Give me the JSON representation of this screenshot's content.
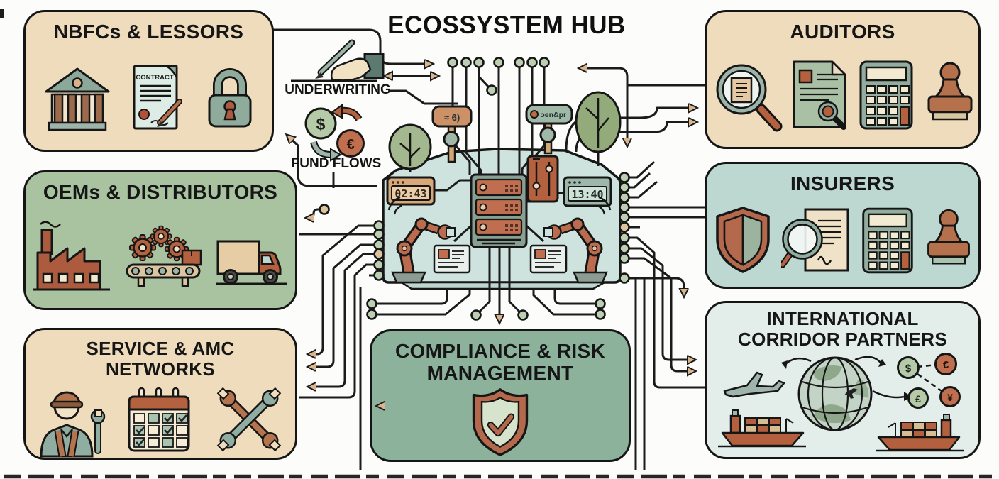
{
  "title": "ECOSSYSTEM HUB",
  "boxes": {
    "nbfc": {
      "title": "NBFCs & LESSORS",
      "contract_label": "CONTRACT",
      "icons": [
        "bank-icon",
        "contract-icon",
        "padlock-icon"
      ]
    },
    "oem": {
      "title": "OEMs & DISTRIBUTORS",
      "icons": [
        "factory-icon",
        "gears-conveyor-icon",
        "truck-icon"
      ]
    },
    "service": {
      "title": "SERVICE & AMC NETWORKS",
      "icons": [
        "technician-icon",
        "maintenance-calendar-icon",
        "crossed-wrenches-icon"
      ]
    },
    "auditors": {
      "title": "AUDITORS",
      "icons": [
        "magnifier-document-icon",
        "audit-report-icon",
        "calculator-icon",
        "stamp-icon"
      ]
    },
    "insurers": {
      "title": "INSURERS",
      "icons": [
        "shield-icon",
        "policy-magnifier-icon",
        "calculator-icon",
        "stamp-icon"
      ]
    },
    "corridor": {
      "title_line1": "INTERNATIONAL",
      "title_line2": "CORRIDOR PARTNERS",
      "icons": [
        "airplane-icon",
        "globe-icon",
        "cargo-ship-icon",
        "currency-exchange-icon"
      ],
      "currencies": {
        "dollar": "$",
        "euro": "€",
        "pound": "£",
        "yen": "¥"
      }
    },
    "compliance": {
      "title_line1": "COMPLIANCE & RISK",
      "title_line2": "MANAGEMENT",
      "icons": [
        "shield-check-icon"
      ]
    }
  },
  "hub": {
    "clock_left": "02:43",
    "clock_right": "13:40",
    "sign_left": "≈ 6)",
    "sign_right": "ɔen&pr"
  },
  "labels": {
    "underwriting": "UNDERWRITING",
    "fund_flows": "FUND FLOWS",
    "fund_flow_currencies": {
      "dollar": "$",
      "euro": "€"
    }
  },
  "colors": {
    "background": "#fcfcfa",
    "outline": "#1a1a1a",
    "beige_panel": "#eedcbd",
    "green_panel": "#a9c3a0",
    "teal_panel": "#bdd8d1",
    "light_teal_panel": "#e3eeea",
    "compliance_panel": "#8cb29c",
    "hub_plate": "#cfe3de",
    "rust": "#b4613f",
    "sage": "#8fada0",
    "arrow_fill": "#d9b58e"
  }
}
